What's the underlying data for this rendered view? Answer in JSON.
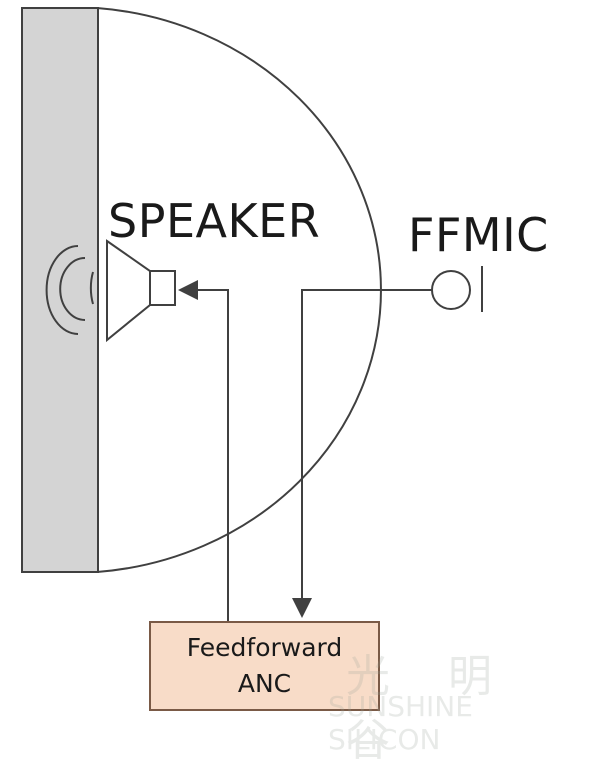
{
  "labels": {
    "speaker": "SPEAKER",
    "ffmic": "FFMIC",
    "anc_line1": "Feedforward",
    "anc_line2": "ANC"
  },
  "watermark": {
    "chinese": "光 明 谷",
    "english": "SUNSHINE SILICON"
  },
  "colors": {
    "wall": "#d4d4d4",
    "outline": "#404040",
    "anc_fill": "#f8dcc8",
    "anc_border": "#7a5a46"
  }
}
